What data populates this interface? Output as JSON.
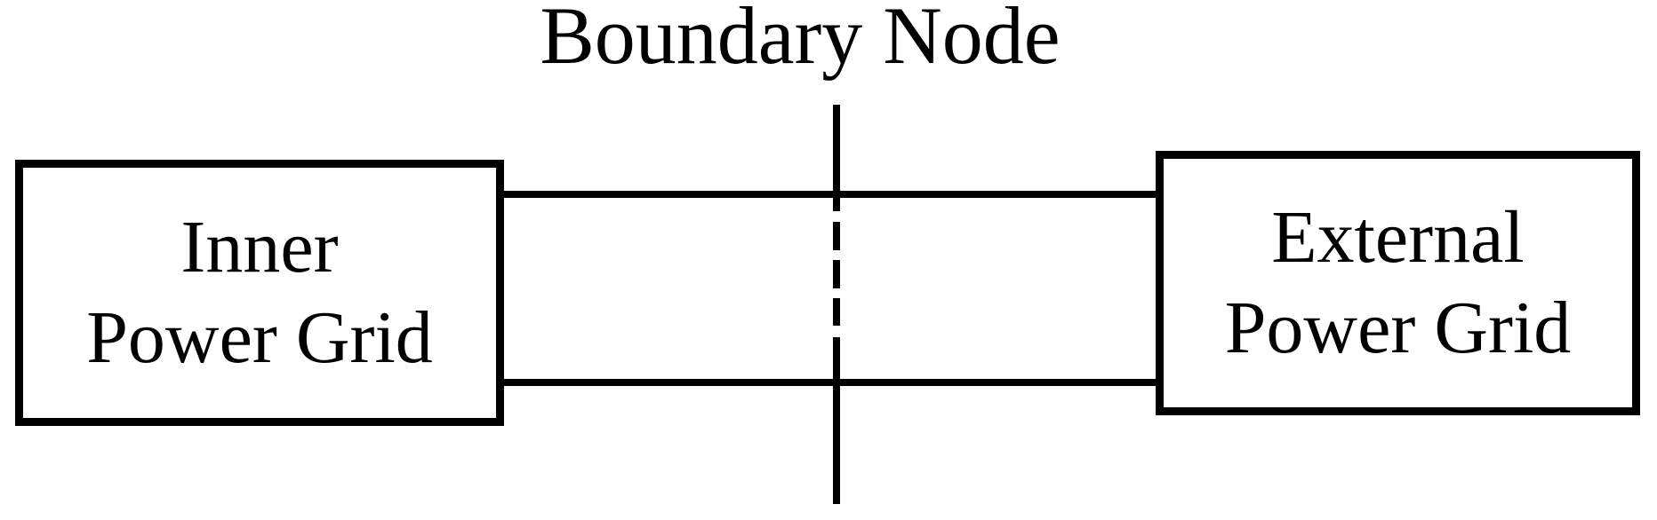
{
  "diagram": {
    "title": "Boundary Node",
    "boxes": [
      {
        "id": "inner-power-grid",
        "lines": [
          "Inner",
          "Power Grid"
        ]
      },
      {
        "id": "external-power-grid",
        "lines": [
          "External",
          "Power Grid"
        ]
      }
    ],
    "connections": [
      {
        "name": "tie-line-top",
        "from": "inner-power-grid",
        "to": "external-power-grid",
        "style": "solid"
      },
      {
        "name": "tie-line-bottom",
        "from": "inner-power-grid",
        "to": "external-power-grid",
        "style": "solid"
      },
      {
        "name": "boundary-cut-line",
        "label": "Boundary Node",
        "style": "solid-dashed-solid",
        "orientation": "vertical"
      }
    ]
  },
  "colors": {
    "ink": "#000000",
    "background": "#ffffff"
  }
}
